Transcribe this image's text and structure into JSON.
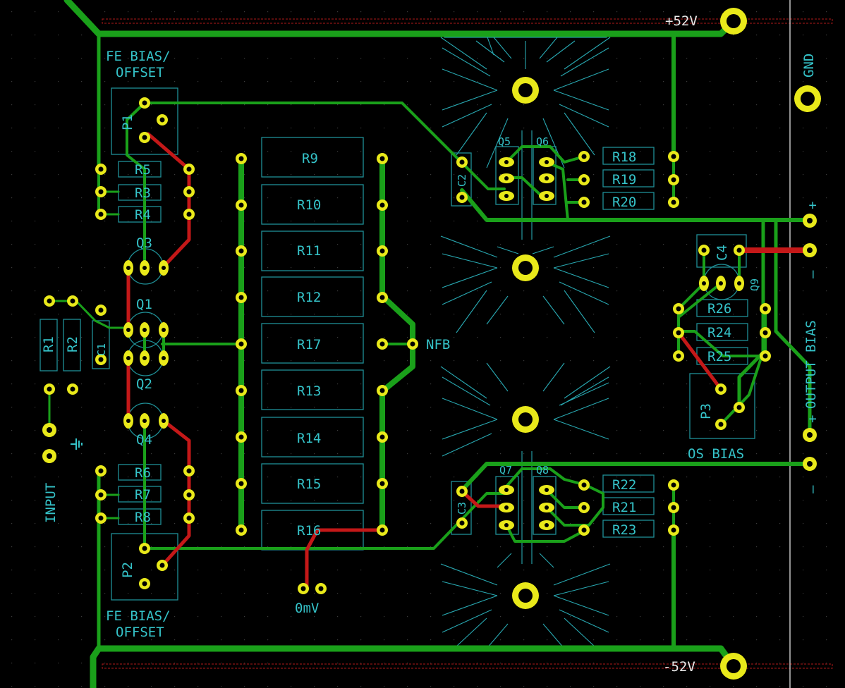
{
  "colors": {
    "background": "#000000",
    "copper_top": "#1aa01a",
    "copper_bottom": "#c41818",
    "pad": "#e9e91a",
    "silkscreen": "#35c3c9"
  },
  "rails": {
    "positive": "+52V",
    "negative": "-52V"
  },
  "labels": {
    "fe_bias_top_1": "FE BIAS/",
    "fe_bias_top_2": "OFFSET",
    "fe_bias_bottom_1": "FE BIAS/",
    "fe_bias_bottom_2": "OFFSET",
    "nfb": "NFB",
    "zero_mv": "0mV",
    "os_bias": "OS BIAS",
    "gnd": "GND",
    "input": "INPUT",
    "output_bias": "OUTPUT BIAS",
    "plus_top": "+",
    "minus_top": "–",
    "plus_bottom": "+",
    "minus_bottom": "–"
  },
  "components": {
    "R1": "R1",
    "R2": "R2",
    "C1": "C1",
    "R3": "R3",
    "R4": "R4",
    "R5": "R5",
    "R6": "R6",
    "R7": "R7",
    "R8": "R8",
    "P1": "P1",
    "P2": "P2",
    "P3": "P3",
    "Q1": "Q1",
    "Q2": "Q2",
    "Q3": "Q3",
    "Q4": "Q4",
    "Q5": "Q5",
    "Q6": "Q6",
    "Q7": "Q7",
    "Q8": "Q8",
    "Q9": "Q9",
    "R9": "R9",
    "R10": "R10",
    "R11": "R11",
    "R12": "R12",
    "R17": "R17",
    "R13": "R13",
    "R14": "R14",
    "R15": "R15",
    "R16": "R16",
    "C2": "C2",
    "C3": "C3",
    "C4": "C4",
    "R18": "R18",
    "R19": "R19",
    "R20": "R20",
    "R21": "R21",
    "R22": "R22",
    "R23": "R23",
    "R24": "R24",
    "R25": "R25",
    "R26": "R26"
  },
  "icons": {
    "ground": "ground-symbol-icon"
  }
}
